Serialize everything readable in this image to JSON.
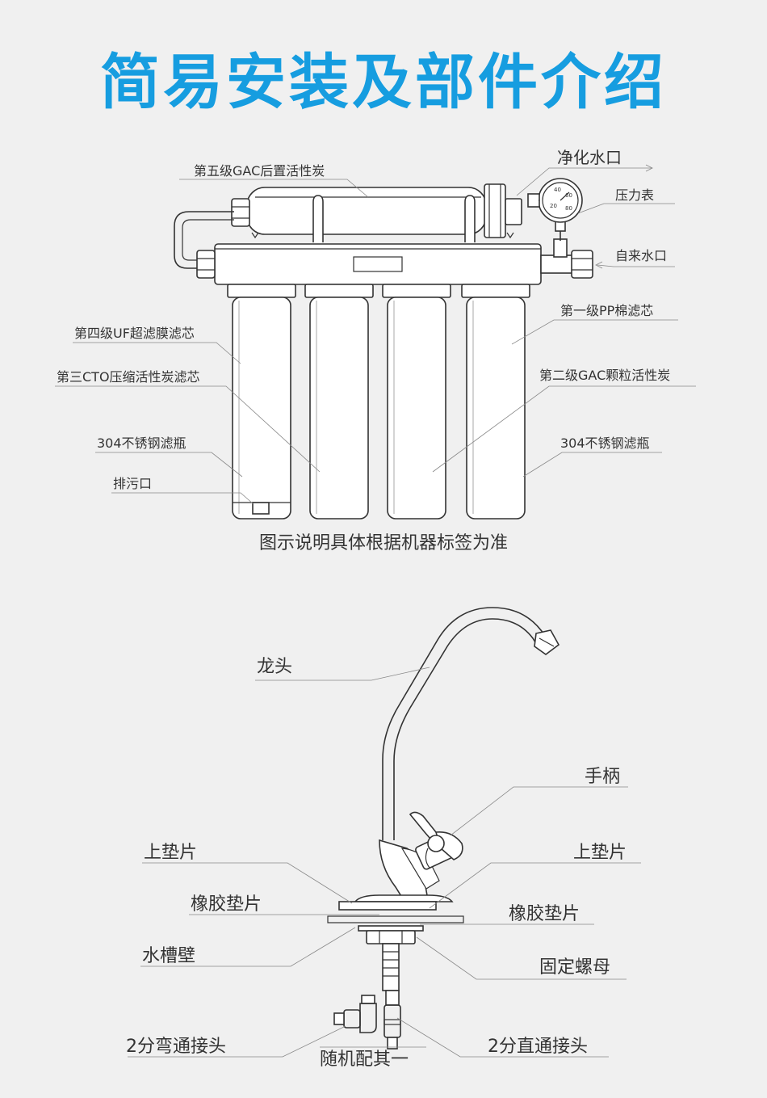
{
  "title": "简易安装及部件介绍",
  "filter_labels": {
    "stage5": "第五级GAC后置活性炭",
    "purified_outlet": "净化水口",
    "pressure_gauge": "压力表",
    "tap_inlet": "自来水口",
    "stage1": "第一级PP棉滤芯",
    "stage4": "第四级UF超滤膜滤芯",
    "stage3": "第三CTO压缩活性炭滤芯",
    "stage2": "第二级GAC颗粒活性炭",
    "housing_left": "304不锈钢滤瓶",
    "housing_right": "304不锈钢滤瓶",
    "drain": "排污口"
  },
  "gauge_numbers": [
    "20",
    "40",
    "60",
    "80"
  ],
  "note": "图示说明具体根据机器标签为准",
  "faucet_labels": {
    "faucet": "龙头",
    "handle": "手柄",
    "upper_gasket_left": "上垫片",
    "upper_gasket_right": "上垫片",
    "rubber_gasket_left": "橡胶垫片",
    "rubber_gasket_right": "橡胶垫片",
    "sink_wall": "水槽壁",
    "fixing_nut": "固定螺母",
    "elbow_connector": "2分弯通接头",
    "straight_connector": "2分直通接头",
    "random_one": "随机配其一"
  },
  "colors": {
    "title": "#169de0",
    "connector_blue": "#1a8ad8"
  }
}
